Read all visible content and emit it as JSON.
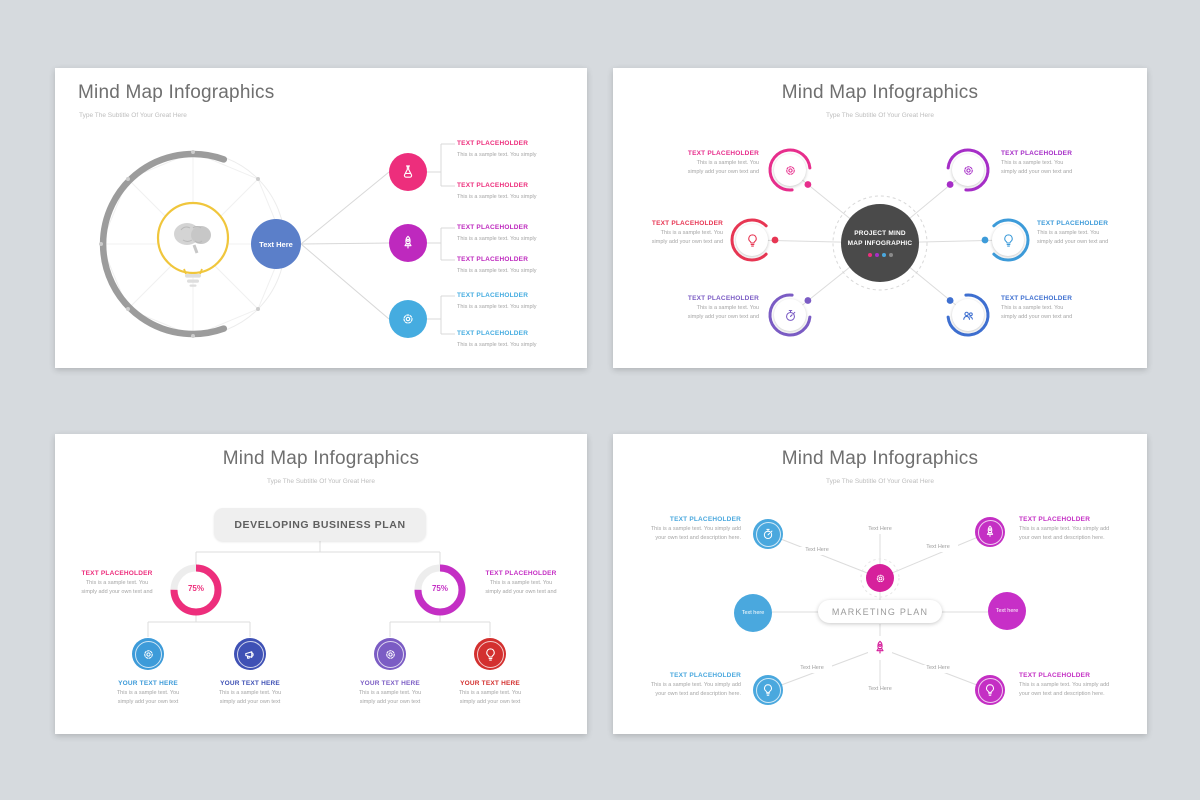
{
  "canvas": {
    "background": "#d6dade",
    "slide_background": "#ffffff"
  },
  "slide1": {
    "title": "Mind Map Infographics",
    "subtitle": "Type The Subtitle Of Your Great Here",
    "center_node": {
      "label": "Text Here",
      "color": "#5b7fc9"
    },
    "branch_nodes": [
      {
        "icon": "flask-icon",
        "color": "#ed2e7c"
      },
      {
        "icon": "rocket-icon",
        "color": "#be29be"
      },
      {
        "icon": "gear-icon",
        "color": "#45ace0"
      }
    ],
    "bulb_accent": "#f0c63c",
    "items": [
      {
        "label": "TEXT PLACEHOLDER",
        "text": "This is a sample text. You simply",
        "color": "#ed2e7c"
      },
      {
        "label": "TEXT PLACEHOLDER",
        "text": "This is a sample text. You simply",
        "color": "#ed2e7c"
      },
      {
        "label": "TEXT PLACEHOLDER",
        "text": "This is a sample text. You simply",
        "color": "#be29be"
      },
      {
        "label": "TEXT PLACEHOLDER",
        "text": "This is a sample text. You simply",
        "color": "#be29be"
      },
      {
        "label": "TEXT PLACEHOLDER",
        "text": "This is a sample text. You simply",
        "color": "#45ace0"
      },
      {
        "label": "TEXT PLACEHOLDER",
        "text": "This is a sample text. You simply",
        "color": "#45ace0"
      }
    ]
  },
  "slide2": {
    "title": "Mind Map Infographics",
    "subtitle": "Type The Subtitle Of Your Great Here",
    "center": {
      "line1": "PROJECT MIND",
      "line2": "MAP INFOGRAPHIC",
      "background": "#4a4a4a",
      "dots": [
        "#ed2e7c",
        "#a62ec7",
        "#4aa8de",
        "#8a8a8a"
      ]
    },
    "nodes": [
      {
        "position": "top-left",
        "icon": "gear-icon",
        "color": "#e72e8c",
        "label": "TEXT PLACEHOLDER",
        "line1": "This is a sample text. You",
        "line2": "simply add your own text and"
      },
      {
        "position": "mid-left",
        "icon": "bulb-icon",
        "color": "#e73653",
        "label": "TEXT PLACEHOLDER",
        "line1": "This is a sample text. You",
        "line2": "simply add your own text and"
      },
      {
        "position": "bottom-left",
        "icon": "stopwatch-icon",
        "color": "#7b5cc4",
        "label": "TEXT PLACEHOLDER",
        "line1": "This is a sample text. You",
        "line2": "simply add your own text and"
      },
      {
        "position": "top-right",
        "icon": "gear-icon",
        "color": "#a62ec7",
        "label": "TEXT PLACEHOLDER",
        "line1": "This is a sample text. You",
        "line2": "simply add your own text and"
      },
      {
        "position": "mid-right",
        "icon": "bulb-icon",
        "color": "#3d9bd9",
        "label": "TEXT PLACEHOLDER",
        "line1": "This is a sample text. You",
        "line2": "simply add your own text and"
      },
      {
        "position": "bottom-right",
        "icon": "team-icon",
        "color": "#3e6fd0",
        "label": "TEXT PLACEHOLDER",
        "line1": "This is a sample text. You",
        "line2": "simply add your own text and"
      }
    ]
  },
  "slide3": {
    "title": "Mind Map Infographics",
    "subtitle": "Type The Subtitle Of Your Great Here",
    "root_label": "DEVELOPING BUSINESS PLAN",
    "donuts": [
      {
        "value_label": "75%",
        "percent": 75,
        "color": "#ed2e7c",
        "label": "TEXT PLACEHOLDER",
        "line1": "This is a sample text. You",
        "line2": "simply add your own text and"
      },
      {
        "value_label": "75%",
        "percent": 75,
        "color": "#c42fc4",
        "label": "TEXT PLACEHOLDER",
        "line1": "This is a sample text. You",
        "line2": "simply add your own text and"
      }
    ],
    "leaves": [
      {
        "icon": "gear-icon",
        "color": "#3d9bd9",
        "label": "YOUR TEXT HERE",
        "line1": "This is a sample text. You",
        "line2": "simply add your own text"
      },
      {
        "icon": "megaphone-icon",
        "color": "#3f51b5",
        "label": "YOUR TEXT HERE",
        "line1": "This is a sample text. You",
        "line2": "simply add your own text"
      },
      {
        "icon": "gear-icon",
        "color": "#7b5cc4",
        "label": "YOUR TEXT HERE",
        "line1": "This is a sample text. You",
        "line2": "simply add your own text"
      },
      {
        "icon": "bulb-icon",
        "color": "#d3302f",
        "label": "YOUR TEXT HERE",
        "line1": "This is a sample text. You",
        "line2": "simply add your own text"
      }
    ]
  },
  "slide4": {
    "title": "Mind Map Infographics",
    "subtitle": "Type The Subtitle Of Your Great Here",
    "center_label": "MARKETING PLAN",
    "center_icon": {
      "icon": "gear-icon",
      "color": "#d6219c"
    },
    "sub_icon": {
      "icon": "rocket-icon",
      "color": "#d6219c"
    },
    "side_nodes": [
      {
        "label": "Text here",
        "color": "#4aa8de"
      },
      {
        "label": "Text here",
        "color": "#c72fc7"
      }
    ],
    "mini_labels": [
      "Text Here",
      "Text Here",
      "Text Here",
      "Text Here",
      "Text Here",
      "Text Here"
    ],
    "corners": [
      {
        "position": "top-left",
        "icon": "stopwatch-icon",
        "color": "#4aa8de",
        "label": "TEXT PLACEHOLDER",
        "line1": "This is a sample text. You simply add",
        "line2": "your own text and description here."
      },
      {
        "position": "top-right",
        "icon": "rocket-icon",
        "color": "#c42fc4",
        "label": "TEXT PLACEHOLDER",
        "line1": "This is a sample text. You simply add",
        "line2": "your own text and description here."
      },
      {
        "position": "bottom-left",
        "icon": "bulb-icon",
        "color": "#4aa8de",
        "label": "TEXT PLACEHOLDER",
        "line1": "This is a sample text. You simply add",
        "line2": "your own text and description here."
      },
      {
        "position": "bottom-right",
        "icon": "bulb-icon",
        "color": "#c42fc4",
        "label": "TEXT PLACEHOLDER",
        "line1": "This is a sample text. You simply add",
        "line2": "your own text and description here."
      }
    ]
  }
}
